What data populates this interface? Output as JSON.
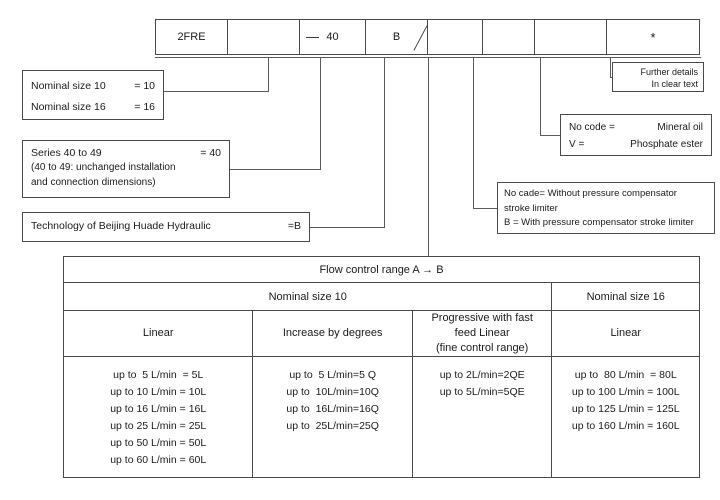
{
  "code_bar": {
    "cells": [
      {
        "text": "2FRE",
        "width": 72,
        "dash": false,
        "slash": false
      },
      {
        "text": "",
        "width": 72,
        "dash": false,
        "slash": false
      },
      {
        "text": "40",
        "width": 66,
        "dash": true,
        "slash": false
      },
      {
        "text": "B",
        "width": 62,
        "dash": false,
        "slash": true
      },
      {
        "text": "",
        "width": 55,
        "dash": false,
        "slash": false
      },
      {
        "text": "",
        "width": 52,
        "dash": false,
        "slash": false
      },
      {
        "text": "",
        "width": 72,
        "dash": false,
        "slash": false
      },
      {
        "text": "*",
        "width": 92,
        "dash": false,
        "slash": false
      }
    ]
  },
  "callouts": {
    "nominal_size": {
      "rows": [
        {
          "label": "Nominal size 10",
          "value": "= 10"
        },
        {
          "label": "Nominal size 16",
          "value": "= 16"
        }
      ]
    },
    "series": {
      "row": {
        "label": "Series 40 to 49",
        "value": "= 40"
      },
      "line2": "(40 to 49: unchanged installation",
      "line3": "and connection dimensions)"
    },
    "technology": {
      "label": "Technology of Beijing Huade Hydraulic",
      "value": "=B"
    },
    "further_details": {
      "line1": "Further details",
      "line2": "In clear text"
    },
    "fluid": {
      "rows": [
        {
          "label": "No code =",
          "value": "Mineral oil"
        },
        {
          "label": "V =",
          "value": "Phosphate ester"
        }
      ]
    },
    "compensator": {
      "line1": "No cade= Without pressure compensator",
      "line2": "stroke limiter",
      "line3": "B = With pressure compensator  stroke limiter"
    }
  },
  "table": {
    "title": "Flow control range A → B",
    "groups": [
      {
        "label": "Nominal size 10"
      },
      {
        "label": "Nominal size 16"
      }
    ],
    "columns": [
      {
        "lines": [
          "Linear"
        ]
      },
      {
        "lines": [
          "Increase by degrees"
        ]
      },
      {
        "lines": [
          "Progressive with fast",
          "feed Linear",
          "(fine control range)"
        ]
      },
      {
        "lines": [
          "Linear"
        ]
      }
    ],
    "data": [
      [
        "up to  5 L/min  = 5L",
        "up to 10 L/min = 10L",
        "up to 16 L/min = 16L",
        "up to 25 L/min = 25L",
        "up to 50 L/min = 50L",
        "up to 60 L/min = 60L"
      ],
      [
        "up to  5 L/min=5 Q",
        "up to  10L/min=10Q",
        "up to  16L/min=16Q",
        "up to  25L/min=25Q"
      ],
      [
        "up to 2L/min=2QE",
        "up to 5L/min=5QE"
      ],
      [
        "up to  80 L/min  = 80L",
        "up to 100 L/min = 100L",
        "up to 125 L/min = 125L",
        "up to 160 L/min = 160L"
      ]
    ]
  },
  "colors": {
    "line": "#5a5a5a",
    "border": "#4a4a4a",
    "text": "#1a1a1a",
    "background": "#ffffff"
  }
}
